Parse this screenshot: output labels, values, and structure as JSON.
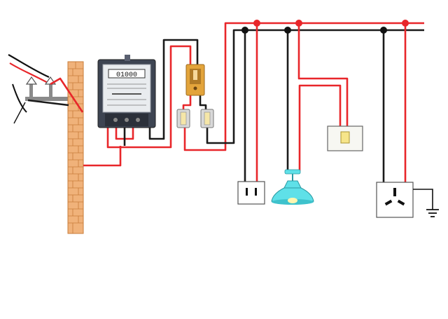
{
  "diagram": {
    "meter_display": "01000",
    "colors": {
      "live_wire": "#e8262a",
      "neutral_wire": "#1a1a1a",
      "brick_wall": "#f0b27a",
      "meter_body": "#3d4452",
      "lamp_shade": "#5fe0e8",
      "fuse_body": "#e3a43b"
    },
    "components": [
      "service-drop",
      "brick-wall",
      "electric-meter",
      "main-switch",
      "fuse-block",
      "two-pin-socket",
      "ceiling-lamp",
      "wall-switch",
      "three-pin-socket",
      "ground-symbol"
    ]
  }
}
